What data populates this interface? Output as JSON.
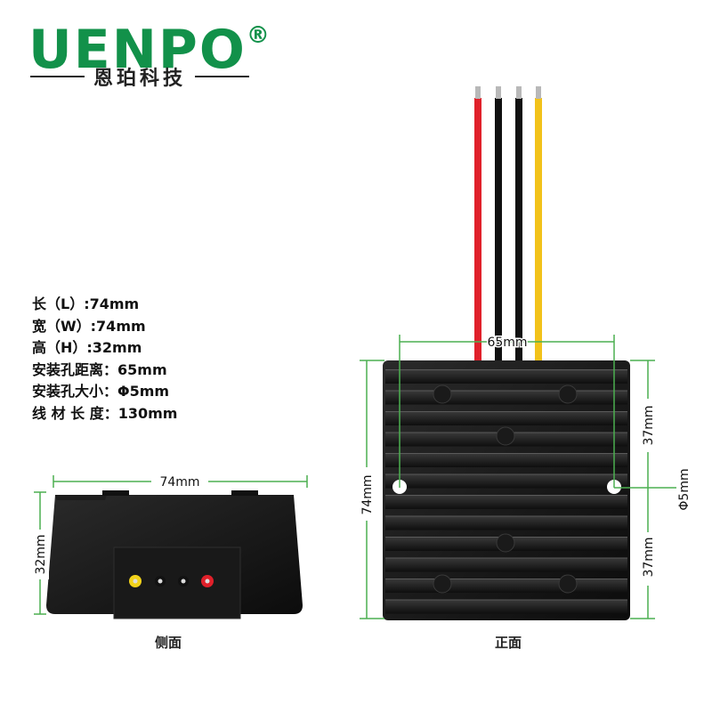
{
  "brand": {
    "name": "UENPO",
    "registered_mark": "®",
    "subtitle": "恩珀科技",
    "color": "#12914a"
  },
  "specs": [
    "长（L）:74mm",
    "宽（W）:74mm",
    "高（H）:32mm",
    "安装孔距离：65mm",
    "安装孔大小：Φ5mm",
    "线 材 长 度：130mm"
  ],
  "side_view": {
    "caption": "侧面",
    "width_label": "74mm",
    "height_label": "32mm",
    "terminal_colors": [
      "#f2d21a",
      "#111111",
      "#111111",
      "#e0202a"
    ]
  },
  "front_view": {
    "caption": "正面",
    "hole_distance_label": "65mm",
    "height_label": "74mm",
    "upper_half_label": "37mm",
    "lower_half_label": "37mm",
    "hole_size_label": "Φ5mm",
    "wire_colors": [
      "#e0202a",
      "#111111",
      "#111111",
      "#f2c21a"
    ]
  },
  "dimension_color": "#4caf50"
}
